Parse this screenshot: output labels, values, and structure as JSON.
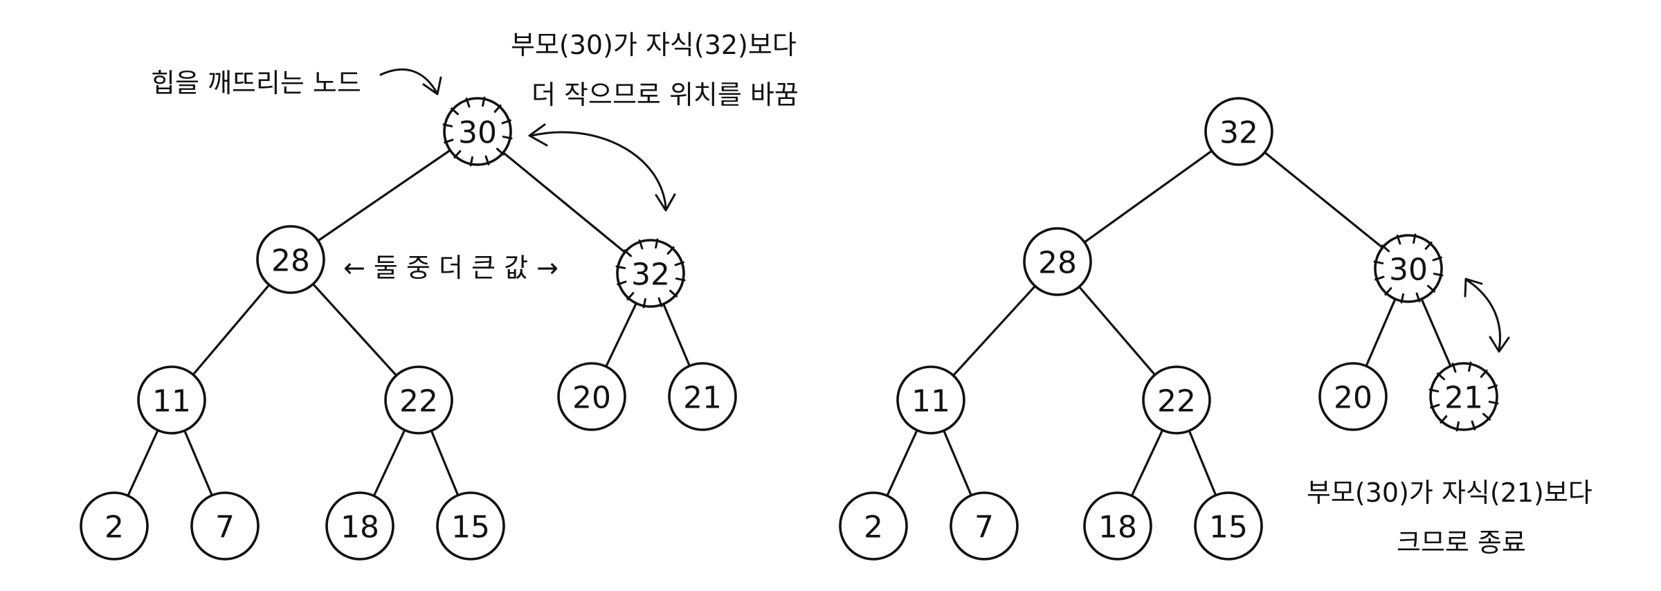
{
  "trees": [
    {
      "nodes": {
        "root": "30",
        "l": "28",
        "r": "32",
        "ll": "11",
        "lr": "22",
        "rl": "20",
        "rr": "21",
        "lll": "2",
        "llr": "7",
        "lrl": "18",
        "lrr": "15"
      },
      "highlighted": [
        "root",
        "r"
      ]
    },
    {
      "nodes": {
        "root": "32",
        "l": "28",
        "r": "30",
        "ll": "11",
        "lr": "22",
        "rl": "20",
        "rr": "21",
        "lll": "2",
        "llr": "7",
        "lrl": "18",
        "lrr": "15"
      },
      "highlighted": [
        "r",
        "rr"
      ]
    }
  ],
  "annotations": {
    "heap_violation_node": "힙을 깨뜨리는 노드",
    "swap_reason_line1": "부모(30)가 자식(32)보다",
    "swap_reason_line2": "더 작으므로 위치를 바꿈",
    "larger_child": "← 둘 중 더 큰 값 →",
    "stop_reason_line1": "부모(30)가 자식(21)보다",
    "stop_reason_line2": "크므로 종료"
  }
}
